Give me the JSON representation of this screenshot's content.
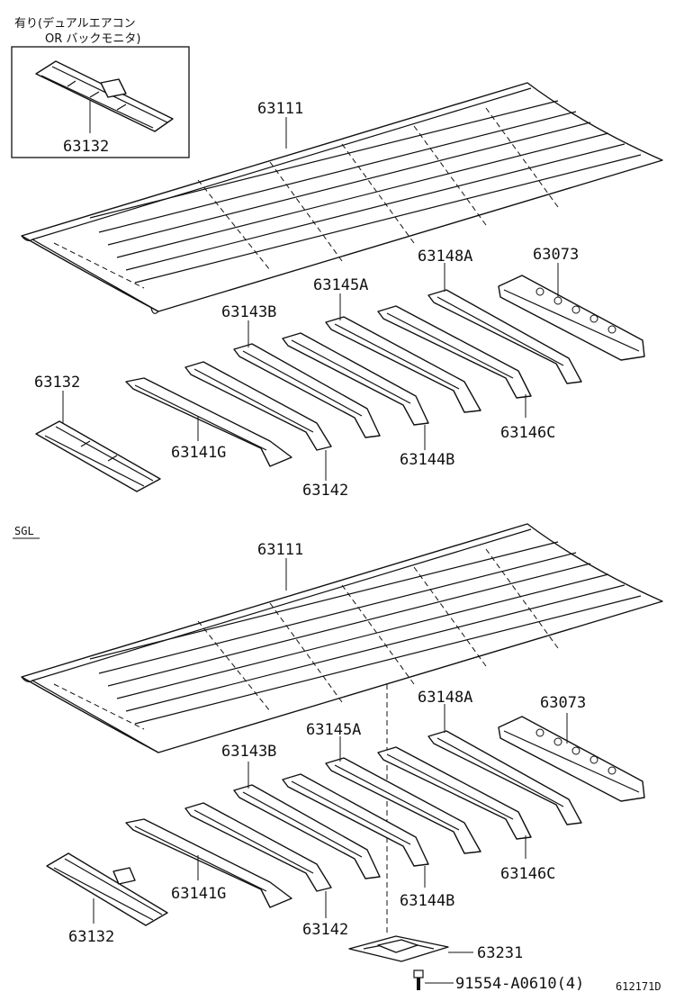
{
  "variant_note": {
    "line1": "有り(デュアルエアコン",
    "line2": "OR  バックモニタ)"
  },
  "section_label": "SGL",
  "top_section": {
    "roof_panel": "63111",
    "inset_part": "63132",
    "bow_front": "63132",
    "bow_g": "63141G",
    "bow_42": "63142",
    "bow_43b": "63143B",
    "bow_44b": "63144B",
    "bow_45a": "63145A",
    "bow_46c": "63146C",
    "bow_48a": "63148A",
    "rear_header": "63073"
  },
  "bottom_section": {
    "roof_panel": "63111",
    "bow_front": "63132",
    "bow_g": "63141G",
    "bow_42": "63142",
    "bow_43b": "63143B",
    "bow_44b": "63144B",
    "bow_45a": "63145A",
    "bow_46c": "63146C",
    "bow_48a": "63148A",
    "rear_header": "63073",
    "bracket": "63231",
    "bolt": "91554-A0610(4)"
  },
  "diagram_id": "612171D"
}
